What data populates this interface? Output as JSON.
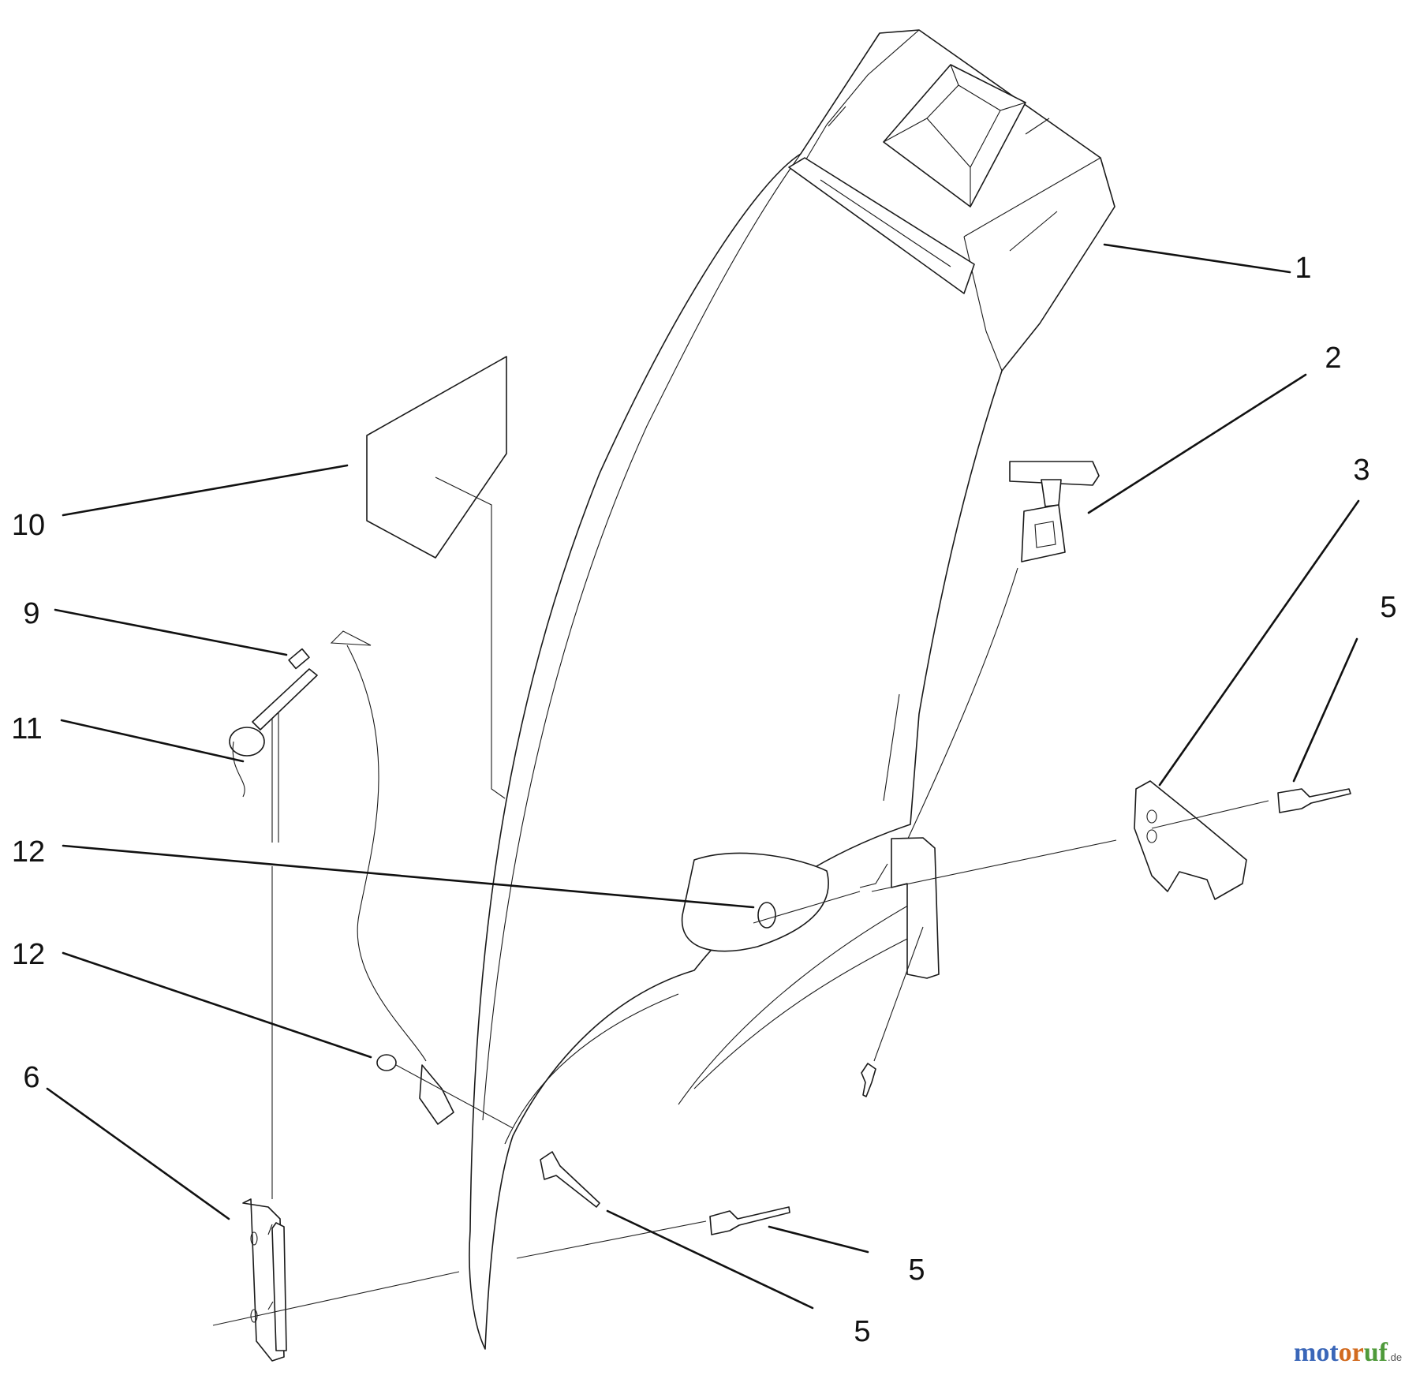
{
  "diagram": {
    "callouts": [
      {
        "id": "c1",
        "label": "1"
      },
      {
        "id": "c2",
        "label": "2"
      },
      {
        "id": "c3",
        "label": "3"
      },
      {
        "id": "c5a",
        "label": "5"
      },
      {
        "id": "c5b",
        "label": "5"
      },
      {
        "id": "c5c",
        "label": "5"
      },
      {
        "id": "c6",
        "label": "6"
      },
      {
        "id": "c9",
        "label": "9"
      },
      {
        "id": "c10",
        "label": "10"
      },
      {
        "id": "c11",
        "label": "11"
      },
      {
        "id": "c12a",
        "label": "12"
      },
      {
        "id": "c12b",
        "label": "12"
      }
    ]
  },
  "watermark": {
    "part1": "mot",
    "part2": "or",
    "part3": "uf",
    "tld": ".de"
  }
}
